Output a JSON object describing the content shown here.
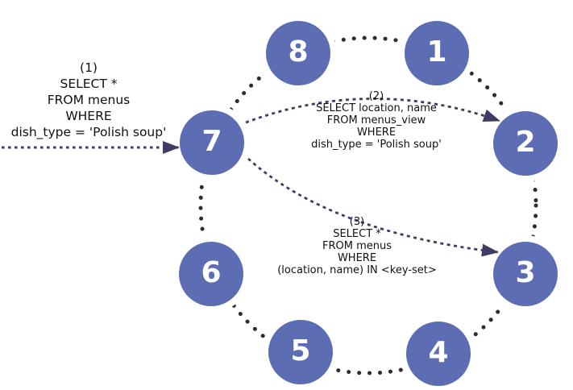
{
  "nodes": [
    "1",
    "2",
    "3",
    "4",
    "5",
    "6",
    "7",
    "8"
  ],
  "queries": {
    "q1": {
      "lines": [
        "(1)",
        "SELECT *",
        "FROM menus",
        "WHERE",
        "dish_type = 'Polish soup'"
      ]
    },
    "q2": {
      "lines": [
        "(2)",
        "SELECT location, name",
        "FROM menus_view",
        "WHERE",
        "dish_type = 'Polish soup'"
      ]
    },
    "q3": {
      "lines": [
        "(3)",
        "SELECT *",
        "FROM menus",
        "WHERE",
        "(location, name) IN <key-set>"
      ]
    }
  },
  "colors": {
    "node_fill": "#5c6db3",
    "node_text": "#ffffff",
    "ring_dots": "#2d2d2d",
    "arrow": "#3e3c64",
    "label_text": "#111111",
    "background": "#ffffff"
  }
}
